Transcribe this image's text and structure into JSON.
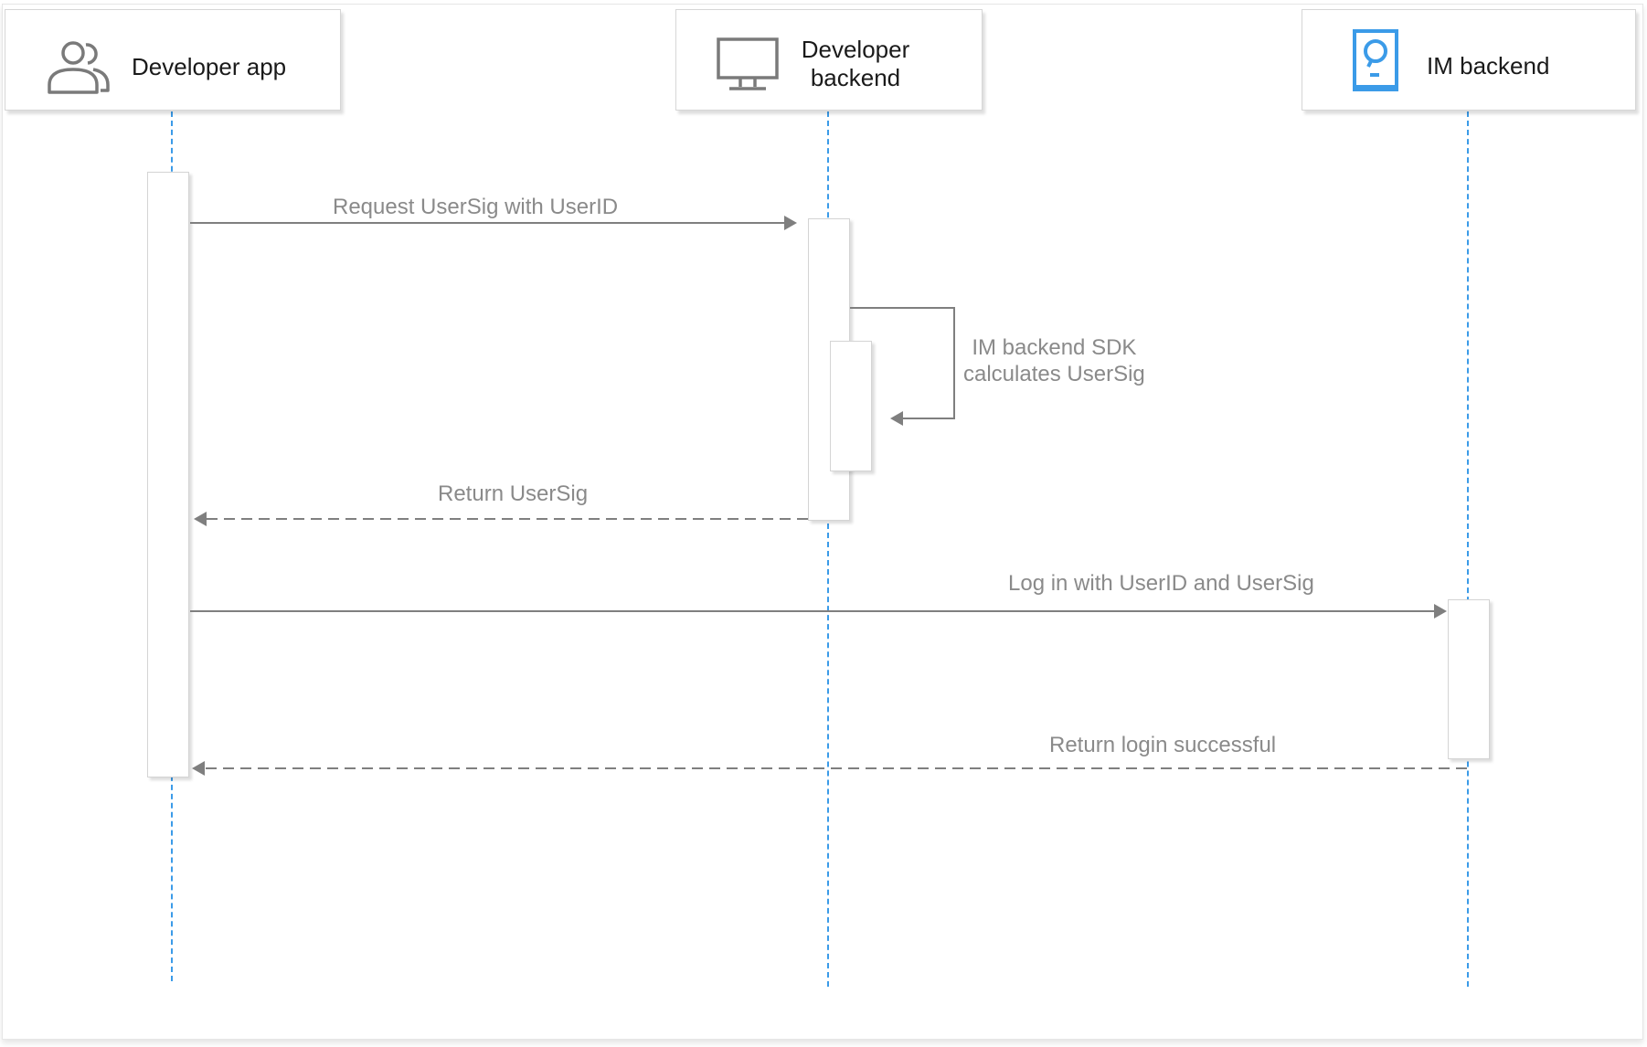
{
  "participants": {
    "app": {
      "label": "Developer app",
      "icon": "users-icon"
    },
    "dev": {
      "label": "Developer\nbackend",
      "icon": "monitor-icon"
    },
    "im": {
      "label": "IM backend",
      "icon": "server-icon"
    }
  },
  "messages": {
    "m1": {
      "label": "Request UserSig with UserID",
      "style": "solid"
    },
    "m2": {
      "label": "IM backend SDK\ncalculates UserSig",
      "style": "solid"
    },
    "m3": {
      "label": "Return UserSig",
      "style": "dashed"
    },
    "m4": {
      "label": "Log in with UserID and UserSig",
      "style": "solid"
    },
    "m5": {
      "label": "Return login successful",
      "style": "dashed"
    }
  },
  "colors": {
    "lifeline": "#3b9be8",
    "arrow": "#7f7f7f",
    "label": "#8a8a8a",
    "icon_gray": "#7a7a7a",
    "icon_blue": "#3b9be8"
  }
}
